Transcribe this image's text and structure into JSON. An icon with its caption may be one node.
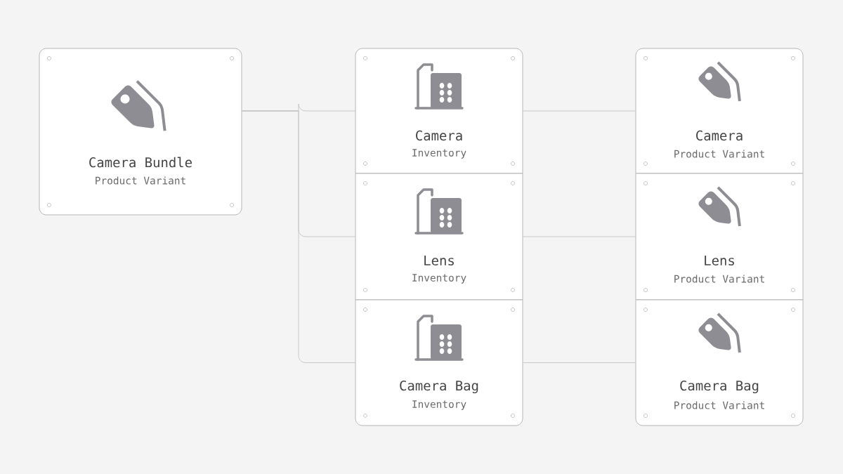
{
  "diagram": {
    "nodes": [
      {
        "text": [
          "Camera Bundle",
          "Product Variant"
        ]
      },
      {
        "text": [
          "Camera",
          "Inventory"
        ]
      },
      {
        "text": [
          "Lens",
          "Inventory"
        ]
      },
      {
        "text": [
          "Camera Bag",
          "Inventory"
        ]
      },
      {
        "text": [
          "Camera",
          "Product Variant"
        ]
      },
      {
        "text": [
          "Lens",
          "Product Variant"
        ]
      },
      {
        "text": [
          "Camera Bag",
          "Product Variant"
        ]
      }
    ],
    "edges": [
      {
        "from": 0,
        "to": 1,
        "arrow": "none"
      },
      {
        "from": 0,
        "to": 2,
        "arrow": "none"
      },
      {
        "from": 0,
        "to": 3,
        "arrow": "none"
      },
      {
        "from": 1,
        "to": 4,
        "arrow": "none"
      },
      {
        "from": 2,
        "to": 5,
        "arrow": "none"
      },
      {
        "from": 3,
        "to": 6,
        "arrow": "none"
      }
    ]
  }
}
